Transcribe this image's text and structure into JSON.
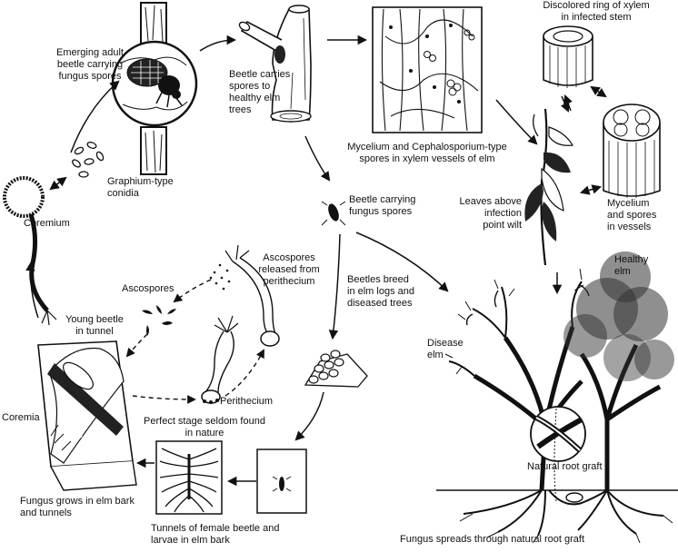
{
  "labels": {
    "emerging_beetle": "Emerging adult\nbeetle carrying\nfungus spores",
    "beetle_carries": "Beetle carries\nspores to\nhealthy elm\ntrees",
    "discolored_ring": "Discolored ring of xylem\nin infected stem",
    "graphium": "Graphium-type\nconidia",
    "mycelium_xylem": "Mycelium and Cephalosporium-type\nspores in xylem vessels of elm",
    "coremium": "Coremium",
    "beetle_carrying": "Beetle carrying\nfungus spores",
    "leaves_wilt": "Leaves above\ninfection\npoint wilt",
    "mycelium_vessels": "Mycelium\nand spores\nin vessels",
    "healthy_elm": "Healthy\nelm",
    "ascospores_released": "Ascospores\nreleased from\nperithecium",
    "ascospores": "Ascospores",
    "beetles_breed": "Beetles breed\nin elm logs and\ndiseased trees",
    "young_beetle": "Young beetle\nin tunnel",
    "disease_elm": "Disease\nelm",
    "perithecium": "Perithecium",
    "coremia": "Coremia",
    "perfect_stage": "Perfect stage seldom found\nin nature",
    "natural_root_graft": "Natural root graft",
    "fungus_grows": "Fungus grows in elm bark\nand tunnels",
    "tunnels_female": "Tunnels of female beetle and\nlarvae in elm bark",
    "fungus_spreads": "Fungus spreads through natural root graft"
  }
}
